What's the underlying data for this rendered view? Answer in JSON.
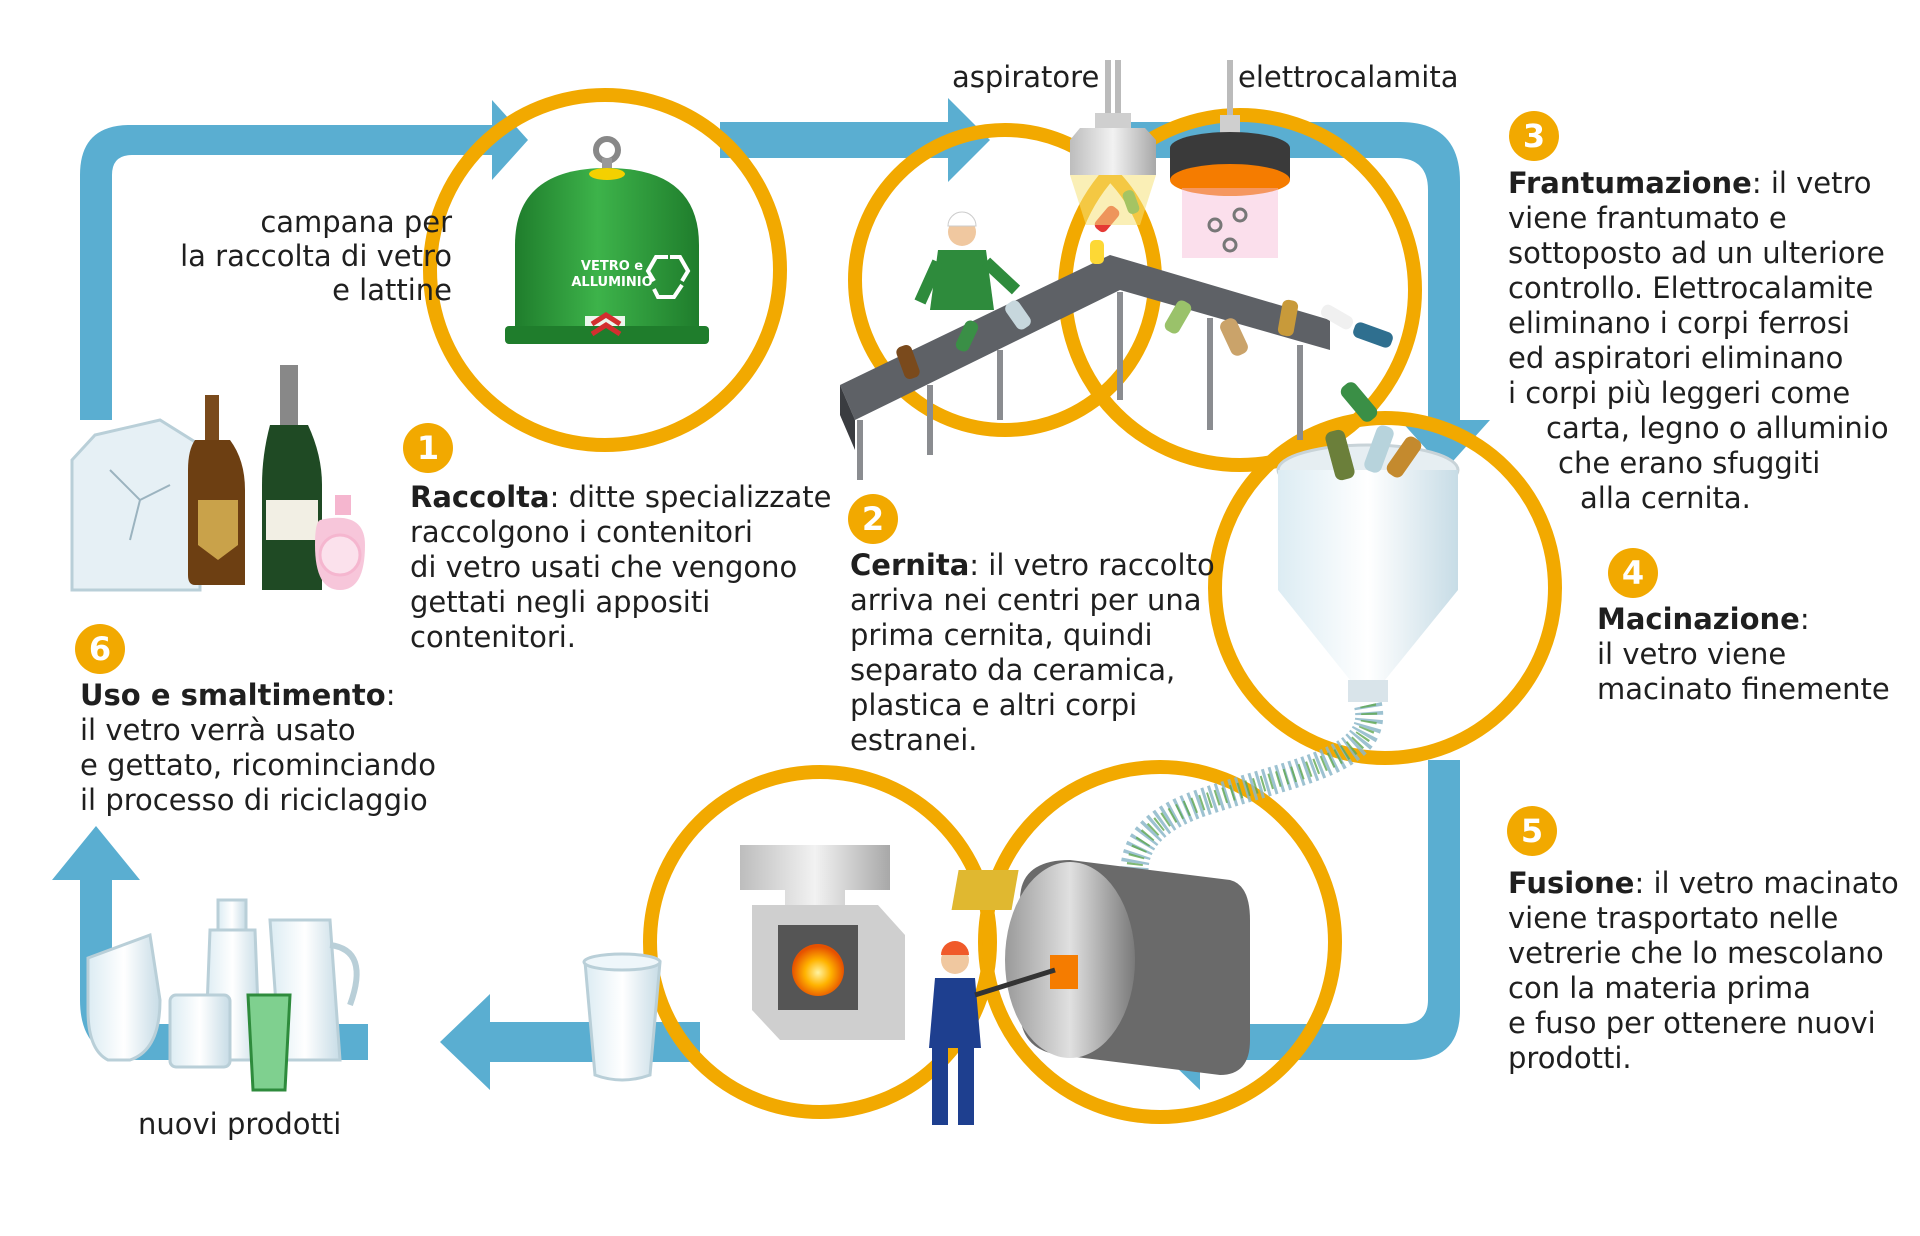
{
  "colors": {
    "cycle_arrow": "#5aaed1",
    "stage_ring": "#f2a900",
    "number_badge": "#f2a900",
    "bell_green": "#2f9a3c",
    "conveyor": "#5e6166",
    "kiln": "#6a6a6a",
    "flame": "#f57c00"
  },
  "labels": {
    "aspiratore": "aspiratore",
    "elettrocalamita": "elettrocalamita",
    "campana_lines": [
      "campana per",
      "la raccolta di vetro",
      "e lattine"
    ],
    "bell_text": [
      "VETRO e",
      "ALLUMINIO"
    ],
    "nuovi_prodotti": "nuovi prodotti"
  },
  "steps": [
    {
      "number": "1",
      "icon": "bell-container-icon",
      "heading": "Raccolta",
      "lines": [
        ": ditte specializzate",
        "raccolgono i contenitori",
        "di vetro usati che vengono",
        "gettati negli appositi",
        "contenitori."
      ]
    },
    {
      "number": "2",
      "icon": "conveyor-belt-icon",
      "heading": "Cernita",
      "lines": [
        ": il vetro raccolto",
        "arriva nei centri per una",
        "prima cernita, quindi",
        "separato da ceramica,",
        "plastica e altri corpi",
        "estranei."
      ]
    },
    {
      "number": "3",
      "icon": "electromagnet-icon",
      "heading": "Frantumazione",
      "lines": [
        ": il vetro",
        "viene frantumato e",
        "sottoposto ad un ulteriore",
        "controllo. Elettrocalamite",
        "eliminano i corpi ferrosi",
        "ed aspiratori eliminano",
        "i corpi più leggeri come",
        "carta, legno o alluminio",
        "che erano sfuggiti",
        "alla cernita."
      ]
    },
    {
      "number": "4",
      "icon": "hopper-mill-icon",
      "heading": "Macinazione",
      "lines": [
        ":",
        "il vetro viene",
        "macinato finemente"
      ]
    },
    {
      "number": "5",
      "icon": "kiln-furnace-icon",
      "heading": "Fusione",
      "lines": [
        ": il vetro macinato",
        "viene trasportato nelle",
        "vetrerie che lo mescolano",
        "con la materia prima",
        "e fuso per ottenere nuovi",
        "prodotti."
      ]
    },
    {
      "number": "6",
      "icon": "bottles-icon",
      "heading": "Uso e smaltimento",
      "lines": [
        ":",
        "il vetro verrà usato",
        "e gettato, ricominciando",
        "il processo di riciclaggio"
      ]
    }
  ]
}
